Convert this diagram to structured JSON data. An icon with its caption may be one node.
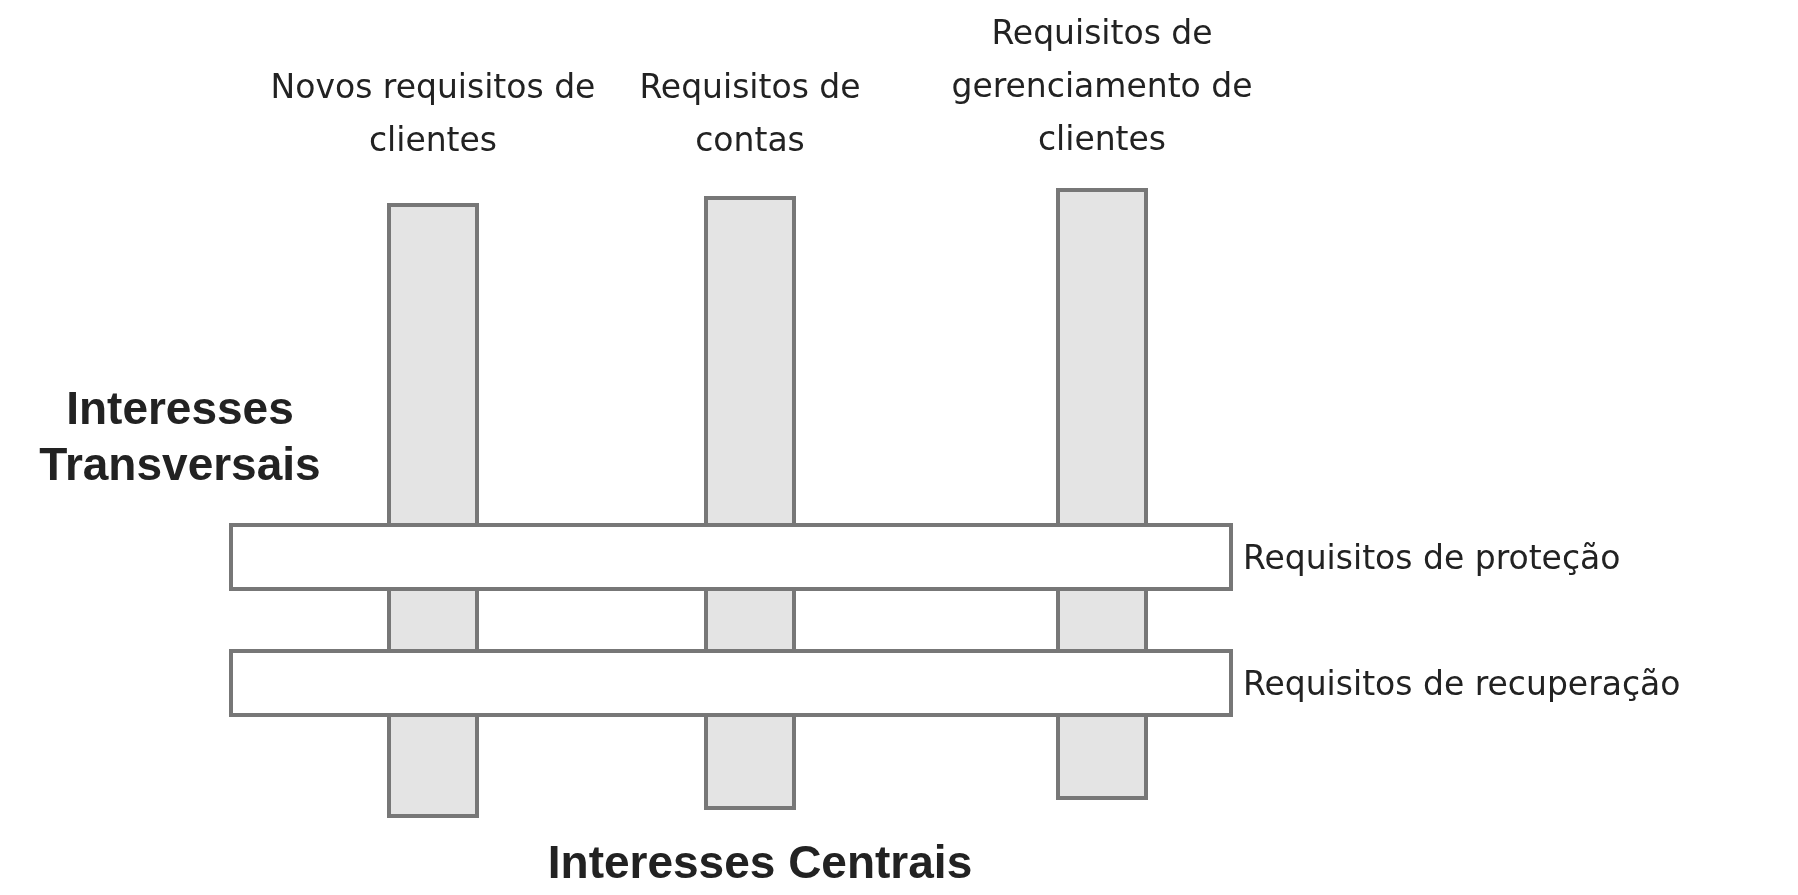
{
  "diagram": {
    "nodes": [
      {
        "text": [
          "Novos requisitos de clientes"
        ]
      },
      {
        "text": [
          "Requisitos de contas"
        ]
      },
      {
        "text": [
          "Requisitos de gerenciamento de clientes"
        ]
      },
      {
        "text": [
          "Requisitos de proteção"
        ]
      },
      {
        "text": [
          "Requisitos de recuperação"
        ]
      }
    ],
    "labels": [
      "Interesses Transversais",
      "Interesses Centrais"
    ]
  }
}
